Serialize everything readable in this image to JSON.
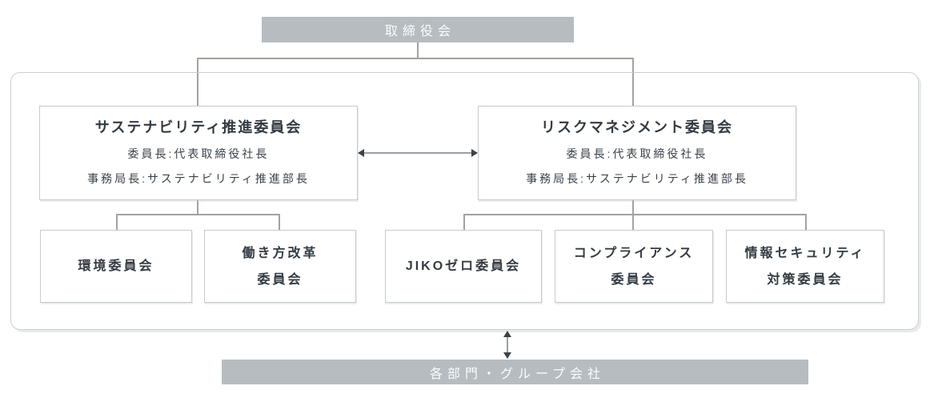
{
  "board": {
    "label": "取締役会"
  },
  "committees": {
    "sustainability": {
      "title": "サステナビリティ推進委員会",
      "chair": "委員長:代表取締役社長",
      "secretariat": "事務局長:サステナビリティ推進部長"
    },
    "risk": {
      "title": "リスクマネジメント委員会",
      "chair": "委員長:代表取締役社長",
      "secretariat": "事務局長:サステナビリティ推進部長"
    }
  },
  "subcommittees": {
    "environment": {
      "line1": "環境委員会",
      "line2": ""
    },
    "workstyle": {
      "line1": "働き方改革",
      "line2": "委員会"
    },
    "jiko_zero": {
      "line1": "JIKOゼロ委員会",
      "line2": ""
    },
    "compliance": {
      "line1": "コンプライアンス",
      "line2": "委員会"
    },
    "infosec": {
      "line1": "情報セキュリティ",
      "line2": "対策委員会"
    }
  },
  "bottom_bar": {
    "label": "各部門・グループ会社"
  },
  "colors": {
    "header_bg": "#b6bcc0",
    "header_text": "#fbfcfc",
    "box_border": "#c6cbce",
    "container_border": "#c9ced2",
    "connector": "#a5a29e",
    "text": "#333b42",
    "arrow": "#3b4248"
  }
}
